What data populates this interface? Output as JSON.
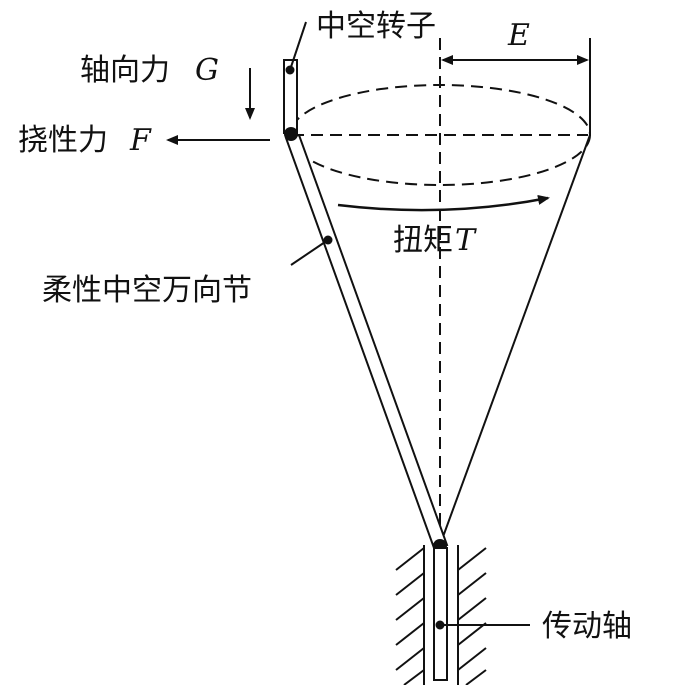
{
  "labels": {
    "hollow_rotor": "中空转子",
    "axial_force_text": "轴向力",
    "axial_force_symbol": "G",
    "flex_force_text": "挠性力",
    "flex_force_symbol": "F",
    "eccentricity_symbol": "E",
    "torque_text": "扭矩",
    "torque_symbol": "T",
    "flex_joint": "柔性中空万向节",
    "drive_shaft": "传动轴"
  }
}
